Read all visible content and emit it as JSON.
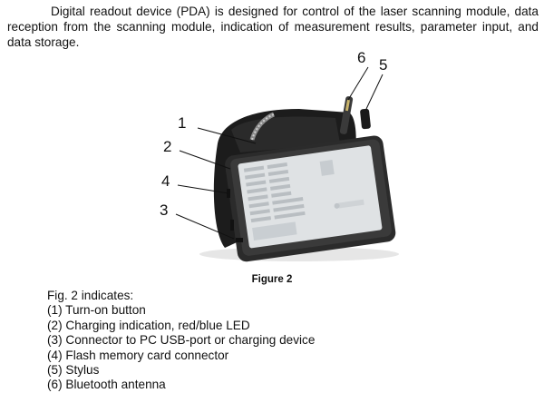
{
  "intro": {
    "text": "Digital readout device (PDA) is designed for control of the laser scanning module, data reception from the scanning module, indication of measurement results, parameter input, and data storage."
  },
  "figure": {
    "caption": "Figure 2",
    "callouts": [
      "1",
      "2",
      "4",
      "3",
      "6",
      "5"
    ]
  },
  "legend": {
    "heading": "Fig. 2 indicates:",
    "items": [
      "(1) Turn-on button",
      "(2) Charging indication, red/blue LED",
      "(3) Connector to PC USB-port or charging device",
      "(4) Flash memory card connector",
      "(5) Stylus",
      "(6) Bluetooth antenna"
    ]
  },
  "colors": {
    "text": "#111111",
    "device_body": "#2b2b2b",
    "screen": "#dfe2e4",
    "strap": "#1c1c1c"
  }
}
